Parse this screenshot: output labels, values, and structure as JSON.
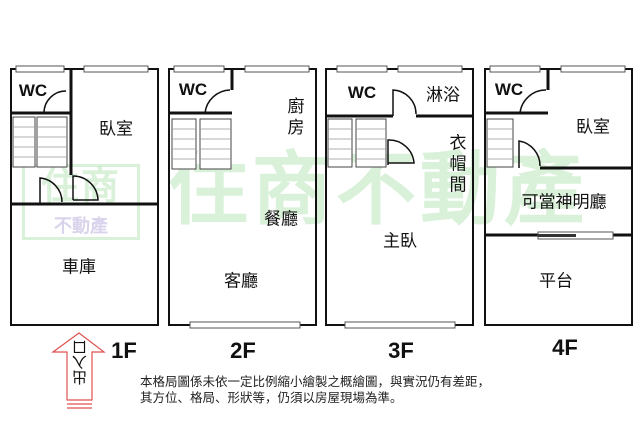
{
  "floors": [
    {
      "label": "1F",
      "rooms": {
        "wc": "WC",
        "bedroom": "臥室",
        "garage": "車庫"
      }
    },
    {
      "label": "2F",
      "rooms": {
        "wc": "WC",
        "kitchen": "廚房",
        "dining": "餐廳",
        "living": "客廳"
      }
    },
    {
      "label": "3F",
      "rooms": {
        "wc": "WC",
        "shower": "淋浴",
        "closet": "衣帽間",
        "master": "主臥"
      }
    },
    {
      "label": "4F",
      "rooms": {
        "wc": "WC",
        "bedroom": "臥室",
        "shrine": "可當神明廳",
        "terrace": "平台"
      }
    }
  ],
  "entrance": "出入口",
  "watermark": {
    "main": "住商不動產",
    "logo_top": "住商",
    "logo_bottom": "不動產"
  },
  "disclaimer": [
    "本格局圖係未依一定比例縮小繪製之概繪圖，與實況仍有差距，",
    "其方位、格局、形狀等，仍須以房屋現場為準。"
  ],
  "colors": {
    "wall": "#111111",
    "arrow": "#e05050",
    "watermark": "#78c878"
  }
}
